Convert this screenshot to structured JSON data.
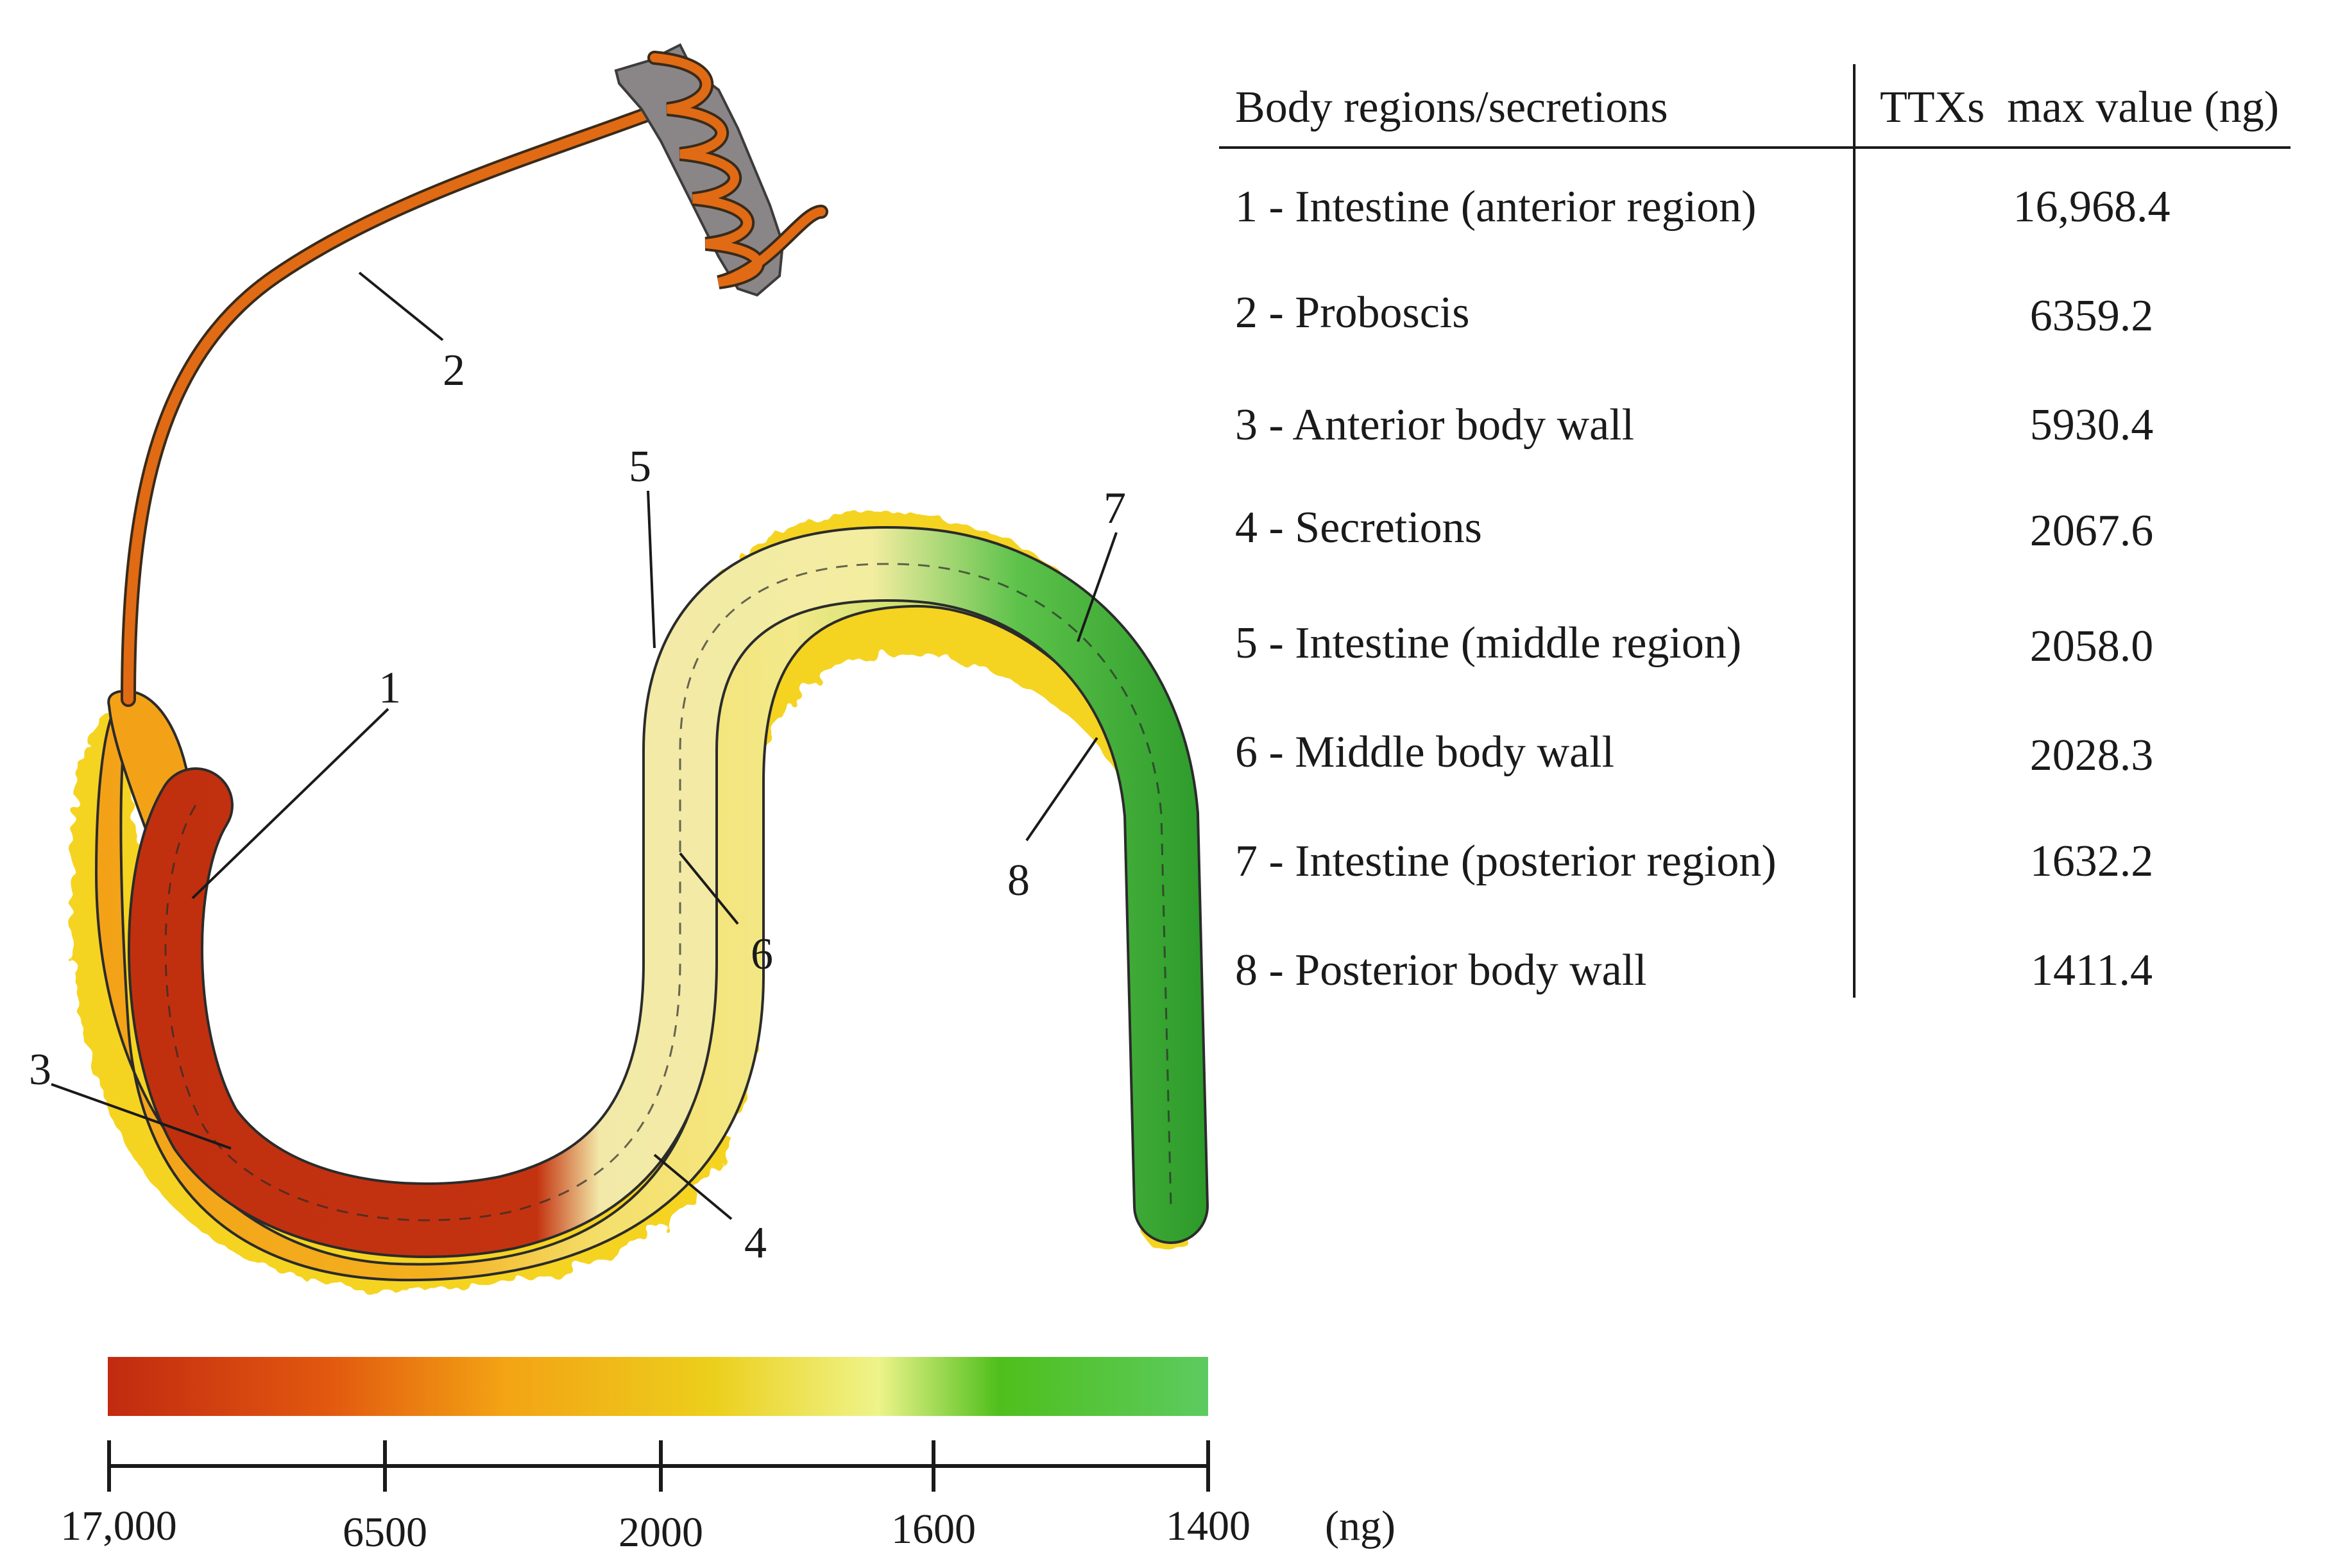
{
  "diagram": {
    "callouts": [
      "1",
      "2",
      "3",
      "4",
      "5",
      "6",
      "7",
      "8"
    ]
  },
  "table": {
    "headers": [
      "Body regions/secretions",
      "TTXs  max value (ng)"
    ],
    "rows": [
      {
        "region": "1 - Intestine (anterior region)",
        "value": "16,968.4"
      },
      {
        "region": "2 - Proboscis",
        "value": "6359.2"
      },
      {
        "region": "3 - Anterior body wall",
        "value": "5930.4"
      },
      {
        "region": "4 - Secretions",
        "value": "2067.6"
      },
      {
        "region": "5 - Intestine (middle region)",
        "value": "2058.0"
      },
      {
        "region": "6 - Middle body wall",
        "value": "2028.3"
      },
      {
        "region": "7 - Intestine (posterior region)",
        "value": "1632.2"
      },
      {
        "region": "8 - Posterior body wall",
        "value": "1411.4"
      }
    ]
  },
  "scale": {
    "ticks": [
      "17,000",
      "6500",
      "2000",
      "1600",
      "1400"
    ],
    "unit": "(ng)",
    "gradient_colors": [
      "#c12a10",
      "#e2580f",
      "#f3a314",
      "#eccf1c",
      "#eef48a",
      "#4fbf1c",
      "#5ccb60"
    ]
  },
  "colors": {
    "proboscis": "#e06b14",
    "prey": "#8a8688",
    "secretions": "#f5d21c",
    "body_wall_anterior": "#f3a01a",
    "body_wall_middle": "#f4e27a",
    "body_wall_posterior": "#5cc45a",
    "intestine_anterior": "#c0300f",
    "intestine_posterior": "#2e9e2a"
  }
}
